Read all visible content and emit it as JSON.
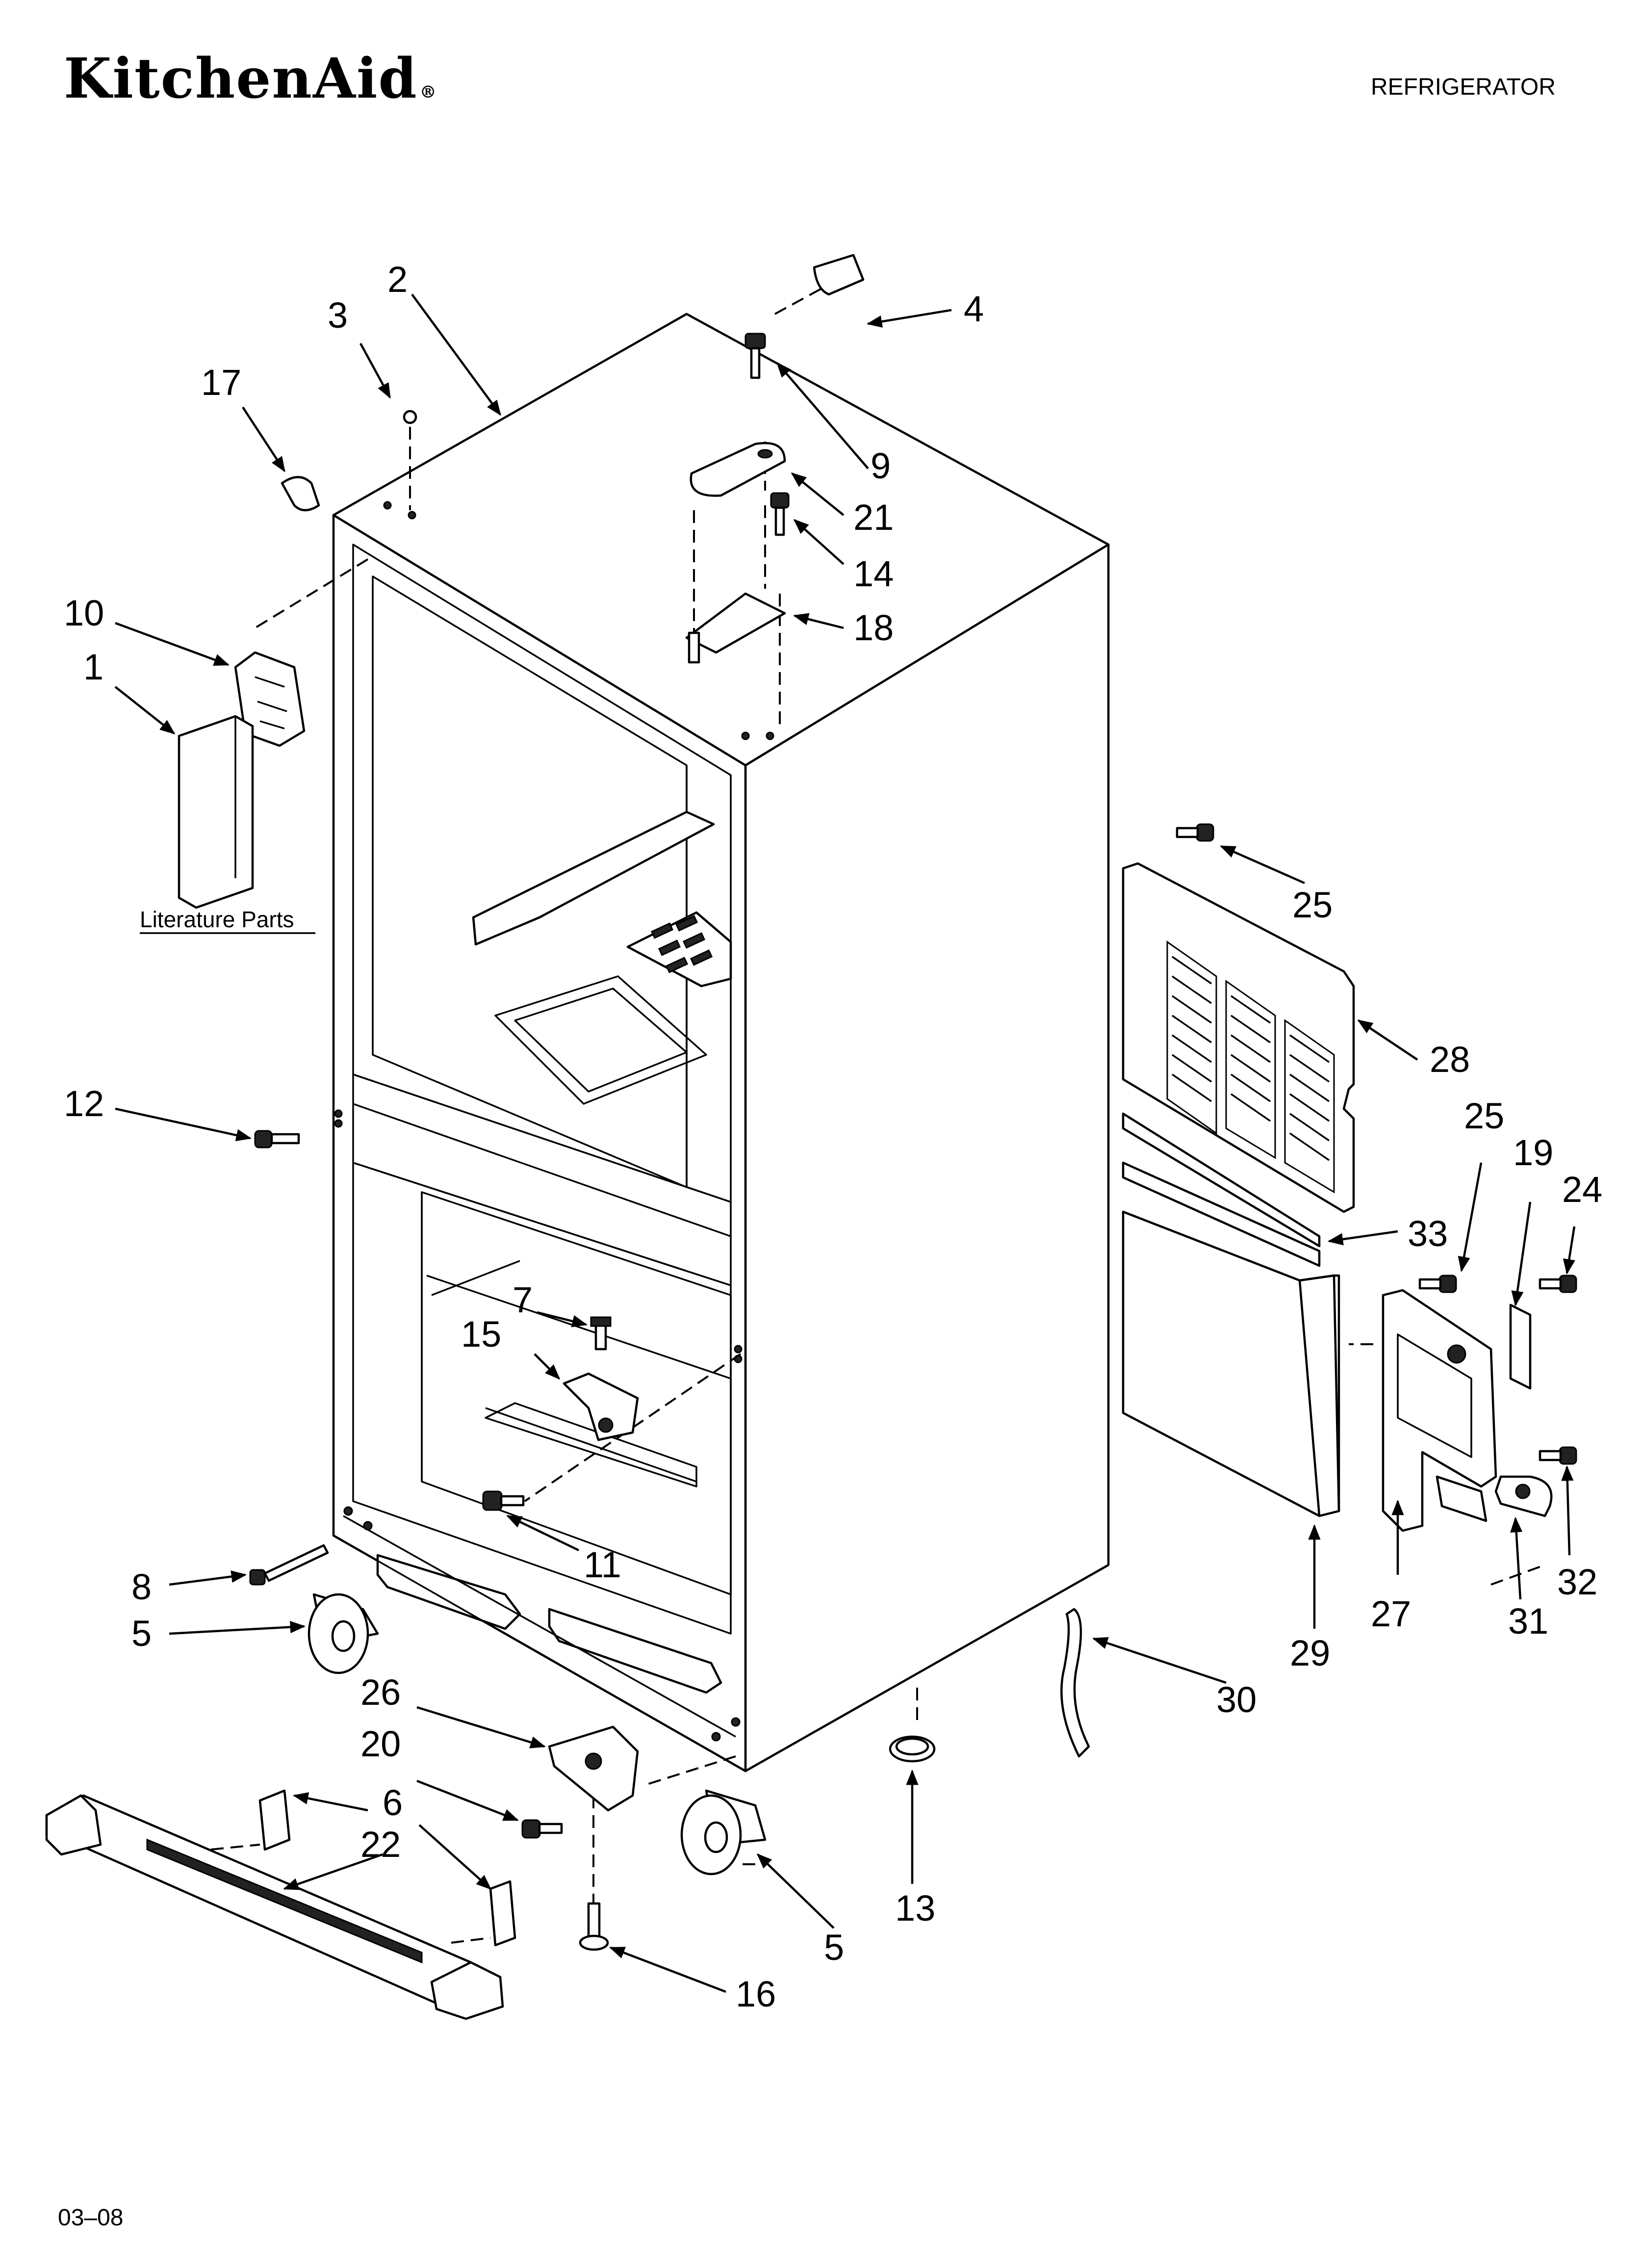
{
  "header": {
    "brand": "KitchenAid",
    "brand_mark": "®",
    "title": "REFRIGERATOR"
  },
  "footer": {
    "date_code": "03–08"
  },
  "diagram": {
    "literature_label": "Literature Parts",
    "callouts": [
      {
        "id": "c1",
        "label": "1"
      },
      {
        "id": "c2",
        "label": "2"
      },
      {
        "id": "c3",
        "label": "3"
      },
      {
        "id": "c4",
        "label": "4"
      },
      {
        "id": "c5a",
        "label": "5"
      },
      {
        "id": "c5b",
        "label": "5"
      },
      {
        "id": "c6",
        "label": "6"
      },
      {
        "id": "c7",
        "label": "7"
      },
      {
        "id": "c8",
        "label": "8"
      },
      {
        "id": "c9",
        "label": "9"
      },
      {
        "id": "c10",
        "label": "10"
      },
      {
        "id": "c11",
        "label": "11"
      },
      {
        "id": "c12",
        "label": "12"
      },
      {
        "id": "c13",
        "label": "13"
      },
      {
        "id": "c14",
        "label": "14"
      },
      {
        "id": "c15",
        "label": "15"
      },
      {
        "id": "c16",
        "label": "16"
      },
      {
        "id": "c17",
        "label": "17"
      },
      {
        "id": "c18",
        "label": "18"
      },
      {
        "id": "c19",
        "label": "19"
      },
      {
        "id": "c20",
        "label": "20"
      },
      {
        "id": "c21",
        "label": "21"
      },
      {
        "id": "c22",
        "label": "22"
      },
      {
        "id": "c24",
        "label": "24"
      },
      {
        "id": "c25a",
        "label": "25"
      },
      {
        "id": "c25b",
        "label": "25"
      },
      {
        "id": "c26",
        "label": "26"
      },
      {
        "id": "c27",
        "label": "27"
      },
      {
        "id": "c28",
        "label": "28"
      },
      {
        "id": "c29",
        "label": "29"
      },
      {
        "id": "c30",
        "label": "30"
      },
      {
        "id": "c31",
        "label": "31"
      },
      {
        "id": "c32",
        "label": "32"
      },
      {
        "id": "c33",
        "label": "33"
      }
    ]
  }
}
